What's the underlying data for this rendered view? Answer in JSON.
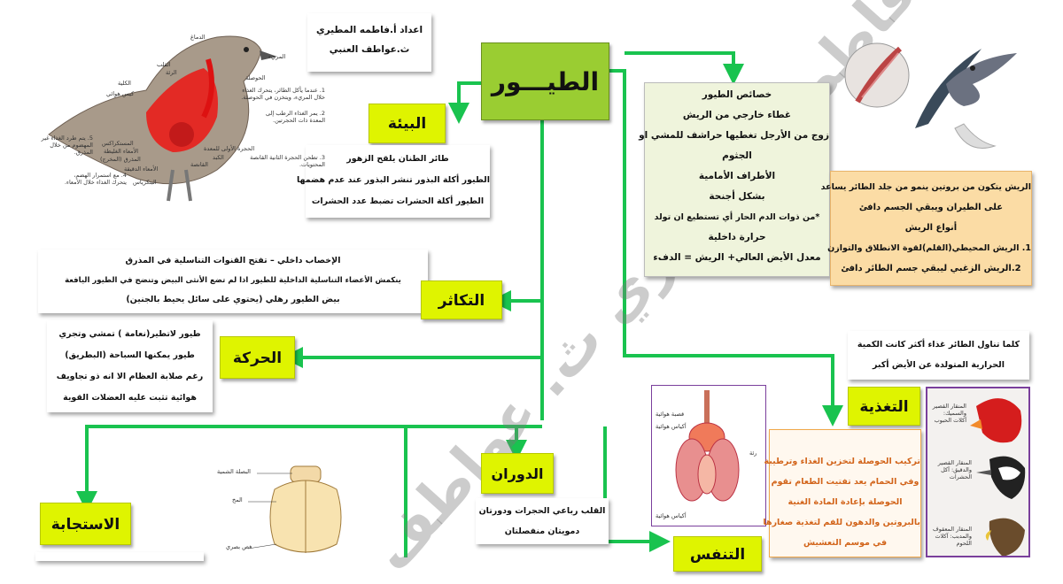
{
  "header": {
    "author_line1": "اعداد أ.فاطمه المطيري",
    "author_line2": "ث.عواطف العنبي",
    "main_title": "الطيـــور"
  },
  "sections": {
    "environment": {
      "title": "البيئة",
      "lines": [
        "طائر الطنان يلقح الزهور",
        "الطيور أكلة البذور تنشر البذور عند عدم هضمها",
        "الطيور أكلة الحشرات تضبط عدد الحشرات"
      ]
    },
    "characteristics": {
      "lines": [
        "خصائص الطيور",
        "غطاء خارجي من الريش",
        "زوج من الأرجل تغطيها حراشف للمشي او",
        "الجثوم",
        "الأطراف الأمامية",
        "بشكل أجنحة",
        "*من ذوات الدم الحار أي تستطيع ان تولد",
        "حرارة داخلية",
        "معدل الأيض العالي+ الريش = الدفء"
      ]
    },
    "feathers": {
      "lines": [
        "الريش يتكون من بروتين ينمو من جلد الطائر يساعد",
        "على الطيران ويبقي الجسم دافئ",
        "أنواع الريش",
        "1. الريش المحيطي(القلم)لقوة الانطلاق والتوازن",
        "2.الريش الزغبي ليبقي جسم الطائر دافئ"
      ]
    },
    "reproduction": {
      "title": "التكاثر",
      "lines": [
        "الإخصاب داخلي – تفتح القنوات التناسلية في المذرق",
        "ينكمش الأعضاء التناسلية الداخلية للطيور اذا لم تضع الأنثى البيض وتنضج في الطيور اليافعة",
        "بيض الطيور رهلي (يحتوي على سائل يحيط بالجنين)"
      ]
    },
    "movement": {
      "title": "الحركة",
      "lines": [
        "طيور لاتطير(نعامة ) تمشي وتجري",
        "طيور يمكنها السباحة (البطريق)",
        "رغم صلابة العظام الا انه ذو تجاويف",
        "هوائية تثبت عليه العضلات القوية"
      ]
    },
    "nutrition": {
      "title": "التغذية",
      "note": [
        "كلما تناول الطائر غذاء أكثر كانت الكمية",
        "الحرارية المتولدة عن الأيض أكبر"
      ],
      "lines": [
        "تركيب الحوصلة لتخزين الغذاء وترطيبة",
        "وفي الحمام يعد تفتيت الطعام تقوم",
        "الحوصلة بإعادة المادة الغنية",
        "بالبروتين والدهون للفم لتغذية صغارها",
        "في موسم التعشيش"
      ]
    },
    "circulation": {
      "title": "الدوران",
      "lines": [
        "القلب رباعي الحجرات ودورتان",
        "دمويتان منفصلتان"
      ]
    },
    "response": {
      "title": "الاستجابة"
    },
    "respiration": {
      "title": "التنفس"
    }
  },
  "diagram_labels": {
    "digestive": [
      "الدماغ",
      "المريء",
      "القلب",
      "الرئة",
      "الكلية",
      "كيس هوائي",
      "المستكراكس",
      "الأمعاء الغليظة",
      "المذرق (المخرج)",
      "الأمعاء الدقيقة",
      "الحوصلة",
      "الحجرة الأولى للمعدة",
      "القانصة",
      "الكبد",
      "البنكرياس"
    ],
    "digestive_notes": [
      "1. عندما يأكل الطائر، يتحرك الغذاء خلال المريء، ويتخزن في الحوصلة.",
      "2. يمر الغذاء الرطب إلى المعدة ذات الحجرتين.",
      "3. تطحن الحجرة الثانية القانصة المحتويات.",
      "4. مع استمرار الهضم، يتحرك الغذاء خلال الأمعاء.",
      "5. يتم طرد الغذاء غير المهضوم من خلال المذرق."
    ],
    "brain": [
      "البصلة الشمية",
      "المخ",
      "فص بصري"
    ],
    "respiratory": [
      "قصبة هوائية",
      "أكياس هوائية",
      "رئة",
      "أكياس هوائية"
    ],
    "beaks": [
      "المنقار القصير والسميك: آكلات الحبوب",
      "المنقار القصير والدقيق: آكل الحشرات",
      "المنقار المعقوف والمدبب: آكلات اللحوم"
    ]
  },
  "watermark": "أ. فاطمه المطيري ث. عواطف",
  "colors": {
    "arrow": "#19c34f",
    "title_green": "#9acd32",
    "title_yellow": "#dff400",
    "feathers_bg": "#fbdca5",
    "nutrition_border": "#f1a84a",
    "photo_border": "#7a3f9c"
  }
}
